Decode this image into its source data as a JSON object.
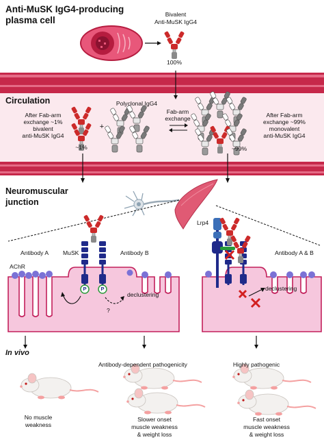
{
  "header": {
    "title_line1": "Anti-MuSK IgG4-producing",
    "title_line2": "plasma cell",
    "bivalent_line1": "Bivalent",
    "bivalent_line2": "Anti-MuSK IgG4",
    "hundred_percent": "100%"
  },
  "circulation": {
    "title": "Circulation",
    "polyclonal": "Polyclonal IgG4",
    "fab_line1": "Fab-arm",
    "fab_line2": "exchange",
    "left_line1": "After Fab-arm",
    "left_line2": "exchange ~1%",
    "left_line3": "bivalent",
    "left_line4": "anti-MuSK IgG4",
    "left_pct": "~1%",
    "plus": "+",
    "right_line1": "After Fab-arm",
    "right_line2": "exchange ~99%",
    "right_line3": "monovalent",
    "right_line4": "anti-MuSK IgG4",
    "right_pct": "~99%"
  },
  "nmj": {
    "title_line1": "Neuromuscular",
    "title_line2": "junction",
    "antibody_a": "Antibody A",
    "musk": "MuSK",
    "antibody_b": "Antibody B",
    "lrp4": "Lrp4",
    "antibody_ab": "Antibody A & B",
    "achr": "AChR",
    "p": "P",
    "declustering_left": "declustering",
    "question": "?",
    "declustering_right": "declustering"
  },
  "invivo": {
    "title": "In vivo",
    "antibody_dependent": "Antibody-dependent pathogenicity",
    "highly": "Highly pathogenic",
    "left_line1": "No muscle",
    "left_line2": "weakness",
    "mid_line1": "Slower onset",
    "mid_line2": "muscle weakness",
    "mid_line3": "& weight loss",
    "right_line1": "Fast onset",
    "right_line2": "muscle weakness",
    "right_line3": "& weight loss"
  },
  "colors": {
    "vessel_outer": "#c6284a",
    "vessel_inner": "#f0b7c5",
    "antibody_red": "#cc2a2a",
    "antibody_orange": "#f4a02c",
    "musk_blue": "#1f2a8a",
    "cell_pink": "#f6c7dd",
    "cell_border": "#c21e5a",
    "achr_purple": "#7b72d6"
  }
}
